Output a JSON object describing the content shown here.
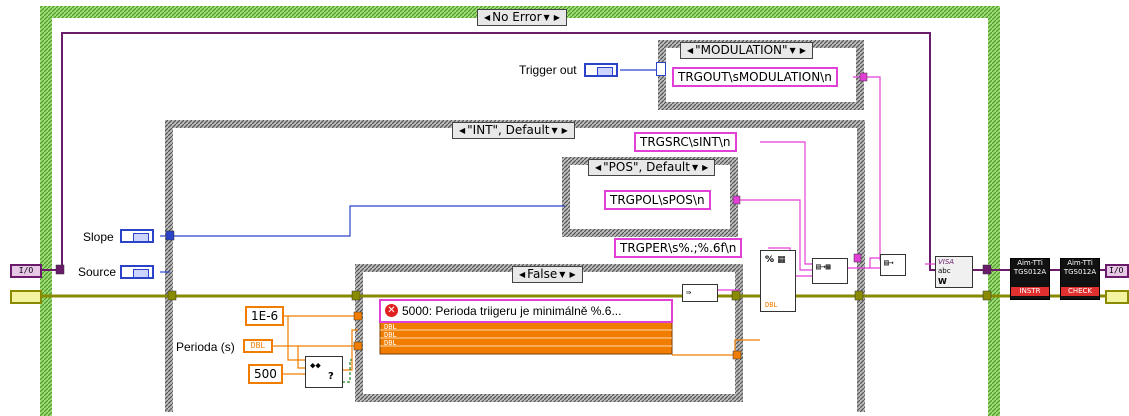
{
  "cases": {
    "no_error": "No Error",
    "modulation": "\"MODULATION\"",
    "int_default": "\"INT\", Default",
    "pos_default": "\"POS\", Default",
    "false_case": "False"
  },
  "constants": {
    "trgout": "TRGOUT\\sMODULATION\\n",
    "trgsrc": "TRGSRC\\sINT\\n",
    "trgpol": "TRGPOL\\sPOS\\n",
    "trgper": "TRGPER\\s%.;%.6f\\n",
    "one_e_minus_6": "1E-6",
    "five_hundred": "500",
    "error_text": "5000: Perioda triigeru je minimálně %.6..."
  },
  "labels": {
    "trigger_out": "Trigger out",
    "slope": "Slope",
    "source": "Source",
    "perioda": "Perioda (s)",
    "dbl": "DBL",
    "io": "I/O",
    "visa_text": "VISA",
    "visa_sub": "abc",
    "visa_w": "W"
  },
  "subvis": {
    "instr_title": "Aim-TTi",
    "instr_model": "TGS012A",
    "instr_tag": "INSTR",
    "check_tag": "CHECK"
  },
  "colors": {
    "string_wire": "#e23fd6",
    "numeric_wire": "#f07d00",
    "enum_wire": "#2b43c9",
    "error_wire": "#8a8a00",
    "refnum_wire": "#6a1b6a",
    "frame_green": "#6fbf3c"
  }
}
